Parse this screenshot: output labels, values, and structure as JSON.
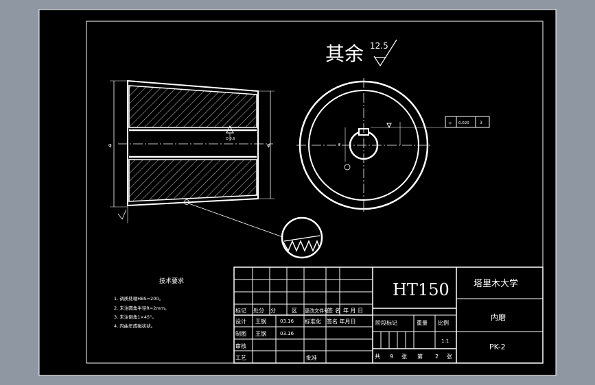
{
  "part_drawing": {
    "roughness_label": "其余",
    "roughness_value": "12.5",
    "datum_label": "D 0.6",
    "tolerance_frame": [
      "÷",
      "0.020",
      "3"
    ]
  },
  "tech_requirements": {
    "heading": "技术要求",
    "items": [
      "1.  调质处理HBS=200。",
      "2.  未注圆角半径R=2mm。",
      "3.  未注倒角1×45°。",
      "4.  内曲年成磁状状。"
    ]
  },
  "title_block": {
    "material": "HT150",
    "school": "塔里木大学",
    "part_name": "内磨",
    "drawing_no": "PK-2",
    "scale": "1:1",
    "sheets": {
      "total_label": "共",
      "total": "9",
      "total_unit": "张",
      "sheet_label": "第",
      "sheet": "2",
      "sheet_unit": "张"
    },
    "headers": {
      "mark": "标记",
      "qty": "处分",
      "zone": "分",
      "area": "区",
      "change_doc": "更改文件号",
      "sign": "签",
      "name": "名",
      "date": "年 月 日"
    },
    "rows": [
      {
        "role": "设计",
        "name": "王钢",
        "date": "03.16",
        "std": "标准化",
        "sign_date": "签名 年月日"
      },
      {
        "role": "制图",
        "name": "王钢",
        "date": "03.16"
      },
      {
        "role": "审核"
      },
      {
        "role": "工艺",
        "approve": "批准"
      }
    ],
    "stage_mark": "阶段标记",
    "weight": "重量",
    "ratio": "比例"
  }
}
